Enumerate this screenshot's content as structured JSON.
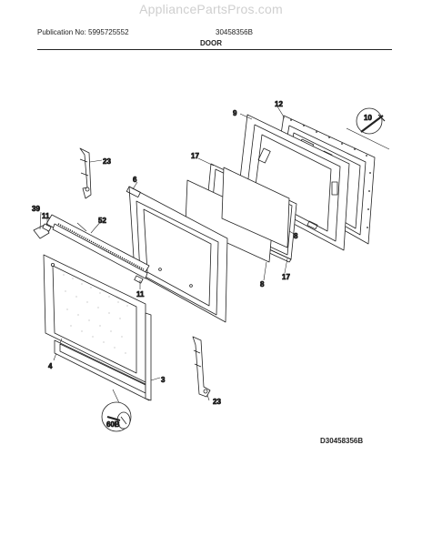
{
  "watermark": "AppliancePartsPros.com",
  "header": {
    "publication": "Publication No: 5995725552",
    "model": "30458356B",
    "title": "DOOR"
  },
  "diagram_code": "D30458356B",
  "callouts": {
    "c12": "12",
    "c9": "9",
    "c10": "10",
    "c23a": "23",
    "c17a": "17",
    "c6": "6",
    "c39": "39",
    "c11a": "11",
    "c52": "52",
    "c8a": "8",
    "c17b": "17",
    "c8b": "8",
    "c11b": "11",
    "c4": "4",
    "c3": "3",
    "c60b": "60B",
    "c23b": "23"
  }
}
